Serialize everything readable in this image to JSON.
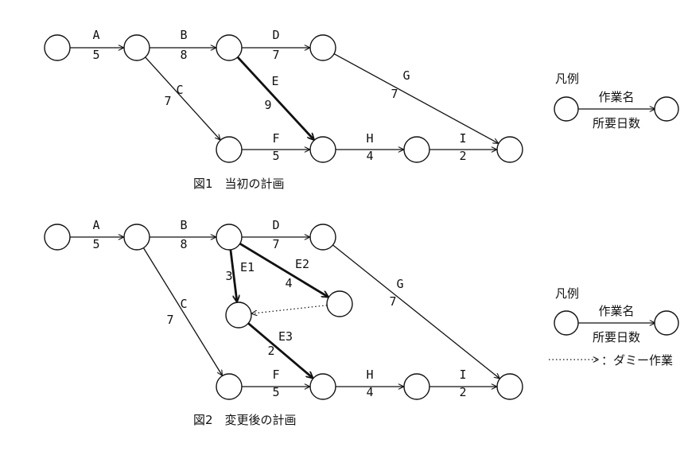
{
  "fig1": {
    "caption": "図1　当初の計画",
    "edges": [
      {
        "id": "A",
        "from": "n1",
        "to": "n2",
        "name": "A",
        "days": "5"
      },
      {
        "id": "B",
        "from": "n2",
        "to": "n3",
        "name": "B",
        "days": "8"
      },
      {
        "id": "C",
        "from": "n2",
        "to": "n5",
        "name": "C",
        "days": "7"
      },
      {
        "id": "D",
        "from": "n3",
        "to": "n4",
        "name": "D",
        "days": "7"
      },
      {
        "id": "E",
        "from": "n3",
        "to": "n6",
        "name": "E",
        "days": "9",
        "style": "bold"
      },
      {
        "id": "F",
        "from": "n5",
        "to": "n6",
        "name": "F",
        "days": "5"
      },
      {
        "id": "G",
        "from": "n4",
        "to": "n8",
        "name": "G",
        "days": "7"
      },
      {
        "id": "H",
        "from": "n6",
        "to": "n7",
        "name": "H",
        "days": "4"
      },
      {
        "id": "I",
        "from": "n7",
        "to": "n8",
        "name": "I",
        "days": "2"
      }
    ]
  },
  "fig2": {
    "caption": "図2　変更後の計画",
    "edges": [
      {
        "id": "A",
        "from": "n1",
        "to": "n2",
        "name": "A",
        "days": "5"
      },
      {
        "id": "B",
        "from": "n2",
        "to": "n3",
        "name": "B",
        "days": "8"
      },
      {
        "id": "C",
        "from": "n2",
        "to": "n5",
        "name": "C",
        "days": "7"
      },
      {
        "id": "D",
        "from": "n3",
        "to": "n4",
        "name": "D",
        "days": "7"
      },
      {
        "id": "E1",
        "from": "n3",
        "to": "n9",
        "name": "E1",
        "days": "3",
        "style": "bold"
      },
      {
        "id": "E2",
        "from": "n3",
        "to": "n10",
        "name": "E2",
        "days": "4",
        "style": "bold"
      },
      {
        "id": "E3",
        "from": "n9",
        "to": "n6",
        "name": "E3",
        "days": "2",
        "style": "bold"
      },
      {
        "id": "dummy",
        "from": "n10",
        "to": "n9",
        "name": "",
        "days": "",
        "style": "dotted"
      },
      {
        "id": "F",
        "from": "n5",
        "to": "n6",
        "name": "F",
        "days": "5"
      },
      {
        "id": "G",
        "from": "n4",
        "to": "n8",
        "name": "G",
        "days": "7"
      },
      {
        "id": "H",
        "from": "n6",
        "to": "n7",
        "name": "H",
        "days": "4"
      },
      {
        "id": "I",
        "from": "n7",
        "to": "n8",
        "name": "I",
        "days": "2"
      }
    ]
  },
  "legend1": {
    "title": "凡例",
    "activity_name": "作業名",
    "duration": "所要日数"
  },
  "legend2": {
    "title": "凡例",
    "activity_name": "作業名",
    "duration": "所要日数",
    "dummy_label": "：ダミー作業"
  }
}
